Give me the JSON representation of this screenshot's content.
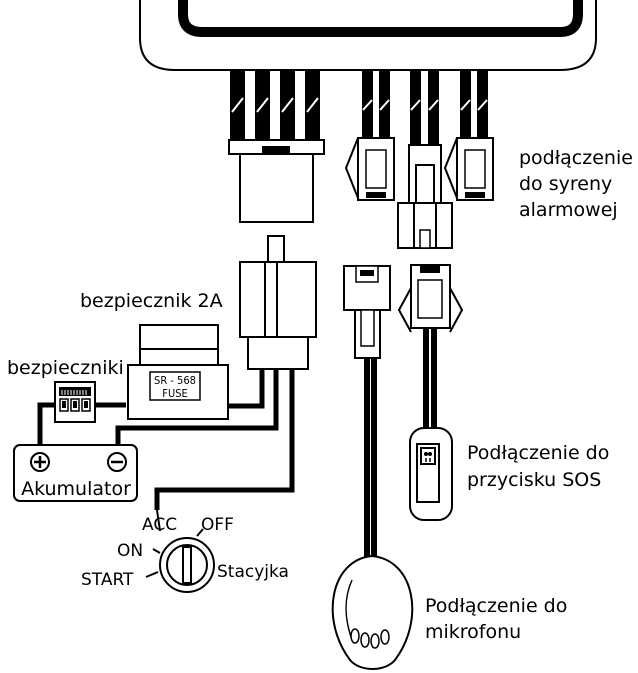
{
  "labels": {
    "siren_line1": "podłączenie",
    "siren_line2": "do syreny",
    "siren_line3": "alarmowej",
    "fuse_2a": "bezpiecznik 2A",
    "fuses": "bezpieczniki",
    "fuse_text_1": "SR - 568",
    "fuse_text_2": "FUSE",
    "battery": "Akumulator",
    "plus": "+",
    "minus": "−",
    "acc": "ACC",
    "off": "OFF",
    "on": "ON",
    "start": "START",
    "ignition": "Stacyjka",
    "sos_line1": "Podłączenie do",
    "sos_line2": "przycisku SOS",
    "mic_line1": "Podłączenie do",
    "mic_line2": "mikrofonu"
  }
}
